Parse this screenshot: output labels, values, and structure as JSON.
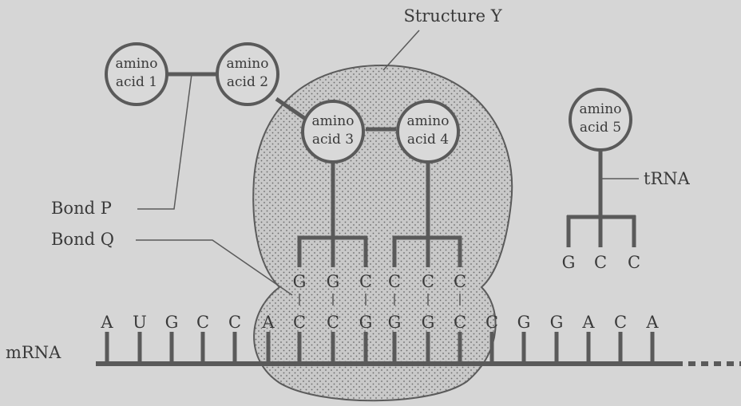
{
  "title": "Structure Y",
  "amino_acids": [
    {
      "line1": "amino",
      "line2": "acid 1"
    },
    {
      "line1": "amino",
      "line2": "acid 2"
    },
    {
      "line1": "amino",
      "line2": "acid 3"
    },
    {
      "line1": "amino",
      "line2": "acid 4"
    },
    {
      "line1": "amino",
      "line2": "acid 5"
    }
  ],
  "labels": {
    "trna": "tRNA",
    "bond_p": "Bond P",
    "bond_q": "Bond Q",
    "mrna": "mRNA"
  },
  "anticodons": [
    "G",
    "G",
    "C",
    "C",
    "C",
    "C"
  ],
  "free_trna_anticodon": [
    "G",
    "C",
    "C"
  ],
  "mrna_sequence": [
    "A",
    "U",
    "G",
    "C",
    "C",
    "A",
    "C",
    "C",
    "G",
    "G",
    "G",
    "C",
    "C",
    "G",
    "G",
    "A",
    "C",
    "A"
  ],
  "colors": {
    "background": "#d6d6d6",
    "line": "#5a5a5a",
    "ribosome_fill": "#c9c9c9",
    "amino_fill": "#d9d9d9"
  }
}
